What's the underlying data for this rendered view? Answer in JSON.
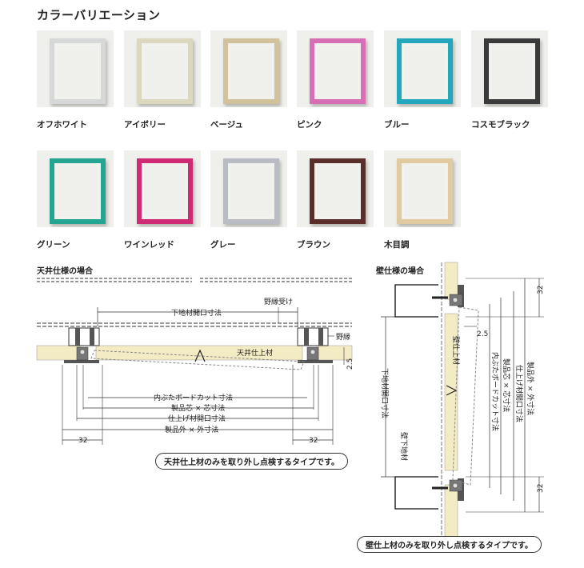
{
  "title": "カラーバリエーション",
  "colors": [
    {
      "name": "オフホワイト",
      "hex": "#d5d8d6"
    },
    {
      "name": "アイボリー",
      "hex": "#dcd7bf"
    },
    {
      "name": "ベージュ",
      "hex": "#d2c29c"
    },
    {
      "name": "ピンク",
      "hex": "#d86fb4"
    },
    {
      "name": "ブルー",
      "hex": "#22a7bd"
    },
    {
      "name": "コスモブラック",
      "hex": "#3a3a3a"
    },
    {
      "name": "グリーン",
      "hex": "#24a592"
    },
    {
      "name": "ワインレッド",
      "hex": "#cf2a74"
    },
    {
      "name": "グレー",
      "hex": "#b9bcc2"
    },
    {
      "name": "ブラウン",
      "hex": "#5a2f2b"
    },
    {
      "name": "木目調",
      "hex": "#e1c9a0"
    }
  ],
  "ceiling": {
    "heading": "天井仕様の場合",
    "labels": {
      "opening": "下地材開口寸法",
      "noen_receiver": "野縁受け",
      "noen": "野縁",
      "finish": "天井仕上材",
      "lid_cut": "内ぶたボードカット寸法",
      "core": "製品芯 × 芯寸法",
      "finish_opening": "仕上げ材開口寸法",
      "outer": "製品外 × 外寸法",
      "dim32_left": "32",
      "dim32_right": "32",
      "dim25": "2.5"
    },
    "note": "天井仕上材のみを取り外し点検するタイプです。"
  },
  "wall": {
    "heading": "壁仕様の場合",
    "labels": {
      "opening": "下地材開口寸法",
      "wall_finish": "壁仕上材",
      "wall_base": "壁下地材",
      "lid_cut": "内ぶたボードカット寸法",
      "core": "製品芯 × 芯寸法",
      "finish_opening": "仕上げ材開口寸法",
      "outer": "製品外 × 外寸法",
      "dim32_top": "32",
      "dim32_bottom": "32",
      "dim25": "2.5"
    },
    "note": "壁仕上材のみを取り外し点検するタイプです。"
  },
  "colors_accent": {
    "finish": "#f3ebc4",
    "line": "#333333",
    "steel": "#555555"
  }
}
